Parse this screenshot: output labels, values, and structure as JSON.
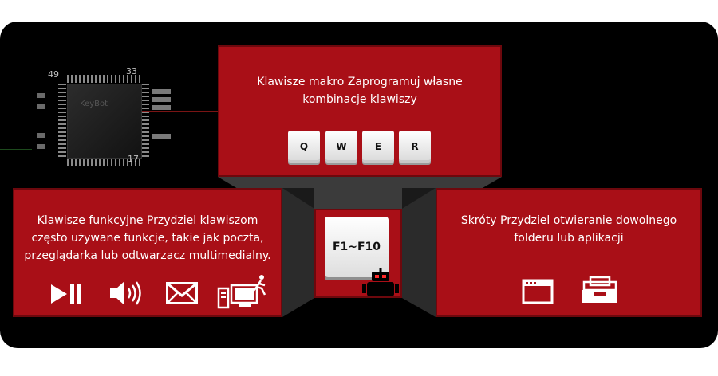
{
  "chip": {
    "pin_label_top_left": "49",
    "pin_label_top_right": "33",
    "pin_label_bottom_right": "17",
    "logo": "KeyBot"
  },
  "macro": {
    "text": "Klawisze makro Zaprogramuj własne kombinacje klawiszy",
    "keys": [
      "Q",
      "W",
      "E",
      "R"
    ]
  },
  "function_keys": {
    "text": "Klawisze funkcyjne Przydziel klawiszom często używane funkcje, takie jak poczta, przeglądarka lub odtwarzacz multimedialny.",
    "icons": [
      "play-pause-icon",
      "speaker-icon",
      "mail-icon",
      "computer-power-icon"
    ]
  },
  "shortcuts": {
    "text": "Skróty Przydziel otwieranie dowolnego folderu lub aplikacji",
    "icons": [
      "window-icon",
      "tray-icon"
    ]
  },
  "center_key": {
    "label": "F1~F10",
    "icon": "robot-icon"
  },
  "colors": {
    "panel": "#a90f17",
    "panel_edge": "#6d080d",
    "background": "#000000"
  }
}
